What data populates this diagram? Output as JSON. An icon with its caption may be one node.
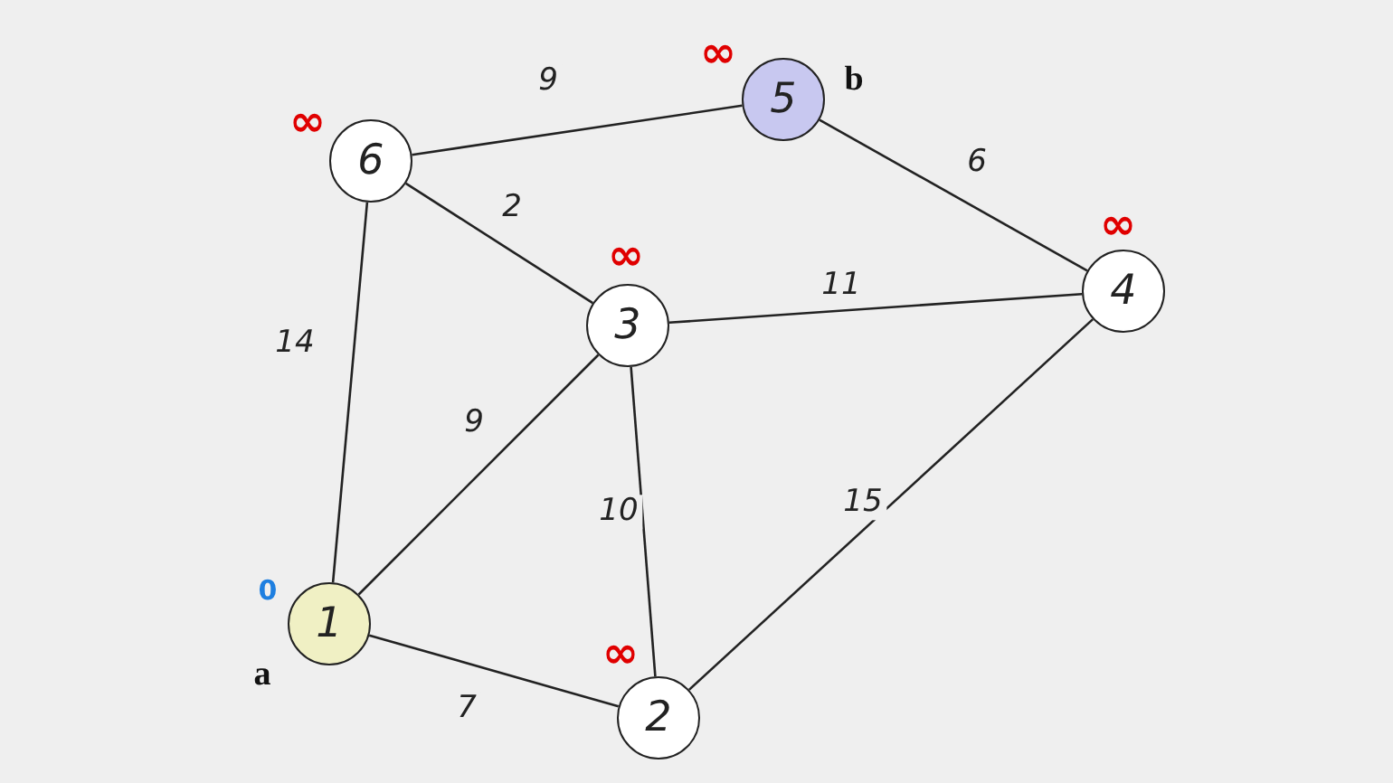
{
  "diagram": {
    "nodes": [
      {
        "text": [
          "1"
        ],
        "beside": [
          "0",
          "a"
        ]
      },
      {
        "text": [
          "2"
        ],
        "beside": [
          "∞"
        ]
      },
      {
        "text": [
          "3"
        ],
        "beside": [
          "∞"
        ]
      },
      {
        "text": [
          "4"
        ],
        "beside": [
          "∞"
        ]
      },
      {
        "text": [
          "5"
        ],
        "beside": [
          "∞",
          "b"
        ]
      },
      {
        "text": [
          "6"
        ],
        "beside": [
          "∞"
        ]
      }
    ],
    "edges": [
      {
        "from": 5,
        "to": 4,
        "arrow": "none",
        "label": "9"
      },
      {
        "from": 5,
        "to": 2,
        "arrow": "none",
        "label": "2"
      },
      {
        "from": 4,
        "to": 3,
        "arrow": "none",
        "label": "6"
      },
      {
        "from": 2,
        "to": 3,
        "arrow": "none",
        "label": "11"
      },
      {
        "from": 5,
        "to": 0,
        "arrow": "none",
        "label": "14"
      },
      {
        "from": 0,
        "to": 2,
        "arrow": "none",
        "label": "9"
      },
      {
        "from": 2,
        "to": 1,
        "arrow": "none",
        "label": "10"
      },
      {
        "from": 3,
        "to": 1,
        "arrow": "none",
        "label": "15"
      },
      {
        "from": 0,
        "to": 1,
        "arrow": "none",
        "label": "7"
      }
    ]
  }
}
